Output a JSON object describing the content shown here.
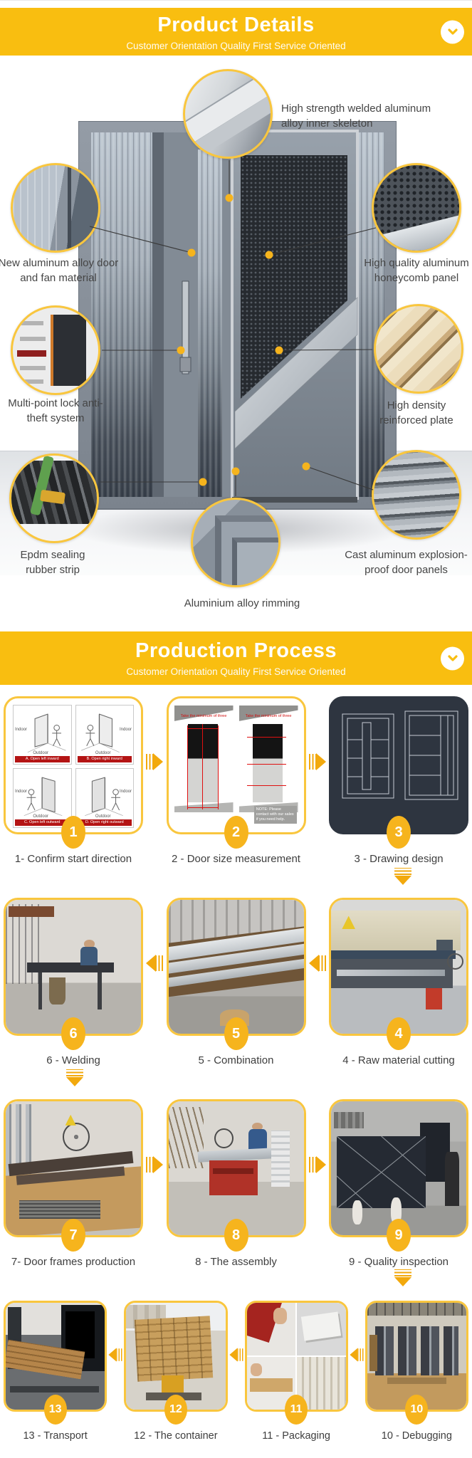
{
  "banner_product": {
    "title": "Product Details",
    "subtitle": "Customer Orientation Quality First Service Oriented"
  },
  "banner_process": {
    "title": "Production Process",
    "subtitle": "Customer Orientation Quality First Service Oriented"
  },
  "callouts": {
    "skeleton": "High strength welded aluminum alloy inner skeleton",
    "material": "New aluminum alloy door and fan material",
    "honeycomb": "High quality aluminum honeycomb panel",
    "lock": "Multi-point lock anti-theft system",
    "plate": "High density reinforced plate",
    "epdm": "Epdm sealing rubber strip",
    "cast": "Cast aluminum explosion-proof door panels",
    "rimming": "Aluminium alloy rimming"
  },
  "steps": [
    {
      "number": "1",
      "caption": "1- Confirm start direction"
    },
    {
      "number": "2",
      "caption": "2 - Door size measurement"
    },
    {
      "number": "3",
      "caption": "3 - Drawing design"
    },
    {
      "number": "4",
      "caption": "4 - Raw material cutting"
    },
    {
      "number": "5",
      "caption": "5 - Combination"
    },
    {
      "number": "6",
      "caption": "6 - Welding"
    },
    {
      "number": "7",
      "caption": "7- Door frames production"
    },
    {
      "number": "8",
      "caption": "8 - The assembly"
    },
    {
      "number": "9",
      "caption": "9 - Quality inspection"
    },
    {
      "number": "10",
      "caption": "10 - Debugging"
    },
    {
      "number": "11",
      "caption": "11 - Packaging"
    },
    {
      "number": "12",
      "caption": "12 - The container"
    },
    {
      "number": "13",
      "caption": "13 - Transport"
    }
  ],
  "card1": {
    "indoor": "Indoor",
    "outdoor": "Outdoor",
    "captions": [
      "A. Open left inward",
      "B. Open right inward",
      "C. Open left outward",
      "D. Open right outward"
    ]
  },
  "card2": {
    "measure_label": "Take the minimum of three",
    "note": "NOTE: Please contact with our sales if you need help."
  },
  "icons": {
    "scroll_hint": "chevron-down-icon",
    "flow_arrow": "fast-forward-arrow-icon"
  },
  "colors": {
    "banner_yellow": "#F9BE10",
    "card_border_yellow": "#F9C63E",
    "badge_yellow": "#F6B41D",
    "arrow_yellow": "#F2A90D",
    "dark_card": "#2E3540",
    "diagram_red": "#B41414"
  }
}
